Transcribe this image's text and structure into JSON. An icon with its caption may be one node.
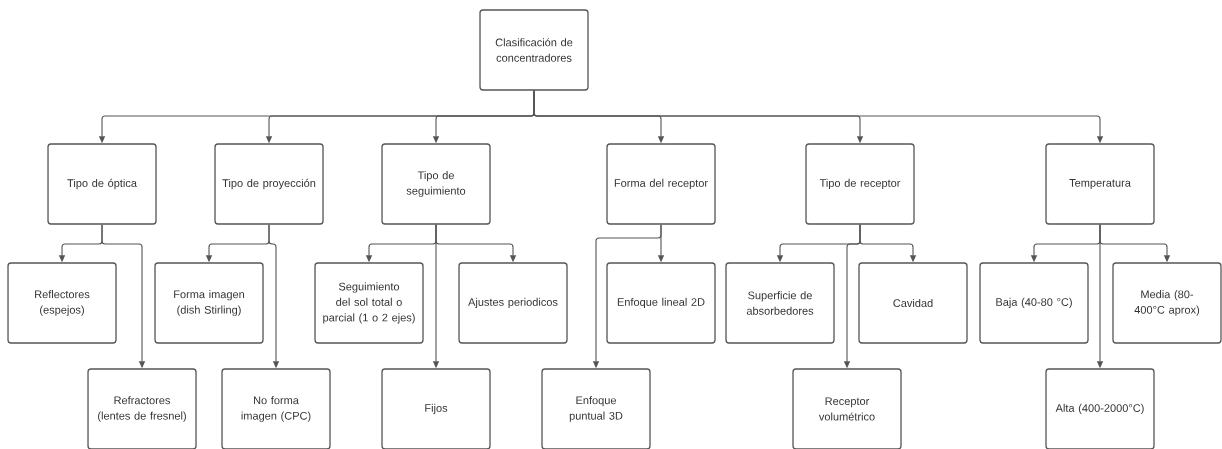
{
  "diagram": {
    "nodes": [
      {
        "text": [
          "Clasificación de concentradores"
        ]
      },
      {
        "text": [
          "Tipo de óptica"
        ]
      },
      {
        "text": [
          "Tipo de proyección"
        ]
      },
      {
        "text": [
          "Tipo de seguimiento"
        ]
      },
      {
        "text": [
          "Forma del receptor"
        ]
      },
      {
        "text": [
          "Tipo de receptor"
        ]
      },
      {
        "text": [
          "Temperatura"
        ]
      },
      {
        "text": [
          "Reflectores (espejos)"
        ]
      },
      {
        "text": [
          "Forma imagen (dish Stirling)"
        ]
      },
      {
        "text": [
          "Seguimiento del sol total o parcial (1 o 2 ejes)"
        ]
      },
      {
        "text": [
          "Ajustes periodicos"
        ]
      },
      {
        "text": [
          "Enfoque lineal 2D"
        ]
      },
      {
        "text": [
          "Superficie de absorbedores"
        ]
      },
      {
        "text": [
          "Cavidad"
        ]
      },
      {
        "text": [
          "Baja (40-80 °C)"
        ]
      },
      {
        "text": [
          "Media (80-400°C aprox)"
        ]
      },
      {
        "text": [
          "Refractores (lentes de fresnel)"
        ]
      },
      {
        "text": [
          "No forma imagen (CPC)"
        ]
      },
      {
        "text": [
          "Fijos"
        ]
      },
      {
        "text": [
          "Enfoque puntual 3D"
        ]
      },
      {
        "text": [
          "Receptor volumétrico"
        ]
      },
      {
        "text": [
          "Alta (400-2000°C)"
        ]
      }
    ],
    "edges": [
      {
        "from": 0,
        "to": 1,
        "arrow": "to"
      },
      {
        "from": 0,
        "to": 2,
        "arrow": "to"
      },
      {
        "from": 0,
        "to": 3,
        "arrow": "to"
      },
      {
        "from": 0,
        "to": 4,
        "arrow": "to"
      },
      {
        "from": 0,
        "to": 5,
        "arrow": "to"
      },
      {
        "from": 0,
        "to": 6,
        "arrow": "to"
      },
      {
        "from": 1,
        "to": 7,
        "arrow": "to"
      },
      {
        "from": 1,
        "to": 16,
        "arrow": "to"
      },
      {
        "from": 2,
        "to": 8,
        "arrow": "to"
      },
      {
        "from": 2,
        "to": 17,
        "arrow": "to"
      },
      {
        "from": 3,
        "to": 9,
        "arrow": "to"
      },
      {
        "from": 3,
        "to": 18,
        "arrow": "to"
      },
      {
        "from": 3,
        "to": 10,
        "arrow": "to"
      },
      {
        "from": 4,
        "to": 19,
        "arrow": "to"
      },
      {
        "from": 4,
        "to": 11,
        "arrow": "to"
      },
      {
        "from": 5,
        "to": 12,
        "arrow": "to"
      },
      {
        "from": 5,
        "to": 20,
        "arrow": "to"
      },
      {
        "from": 5,
        "to": 13,
        "arrow": "to"
      },
      {
        "from": 6,
        "to": 14,
        "arrow": "to"
      },
      {
        "from": 6,
        "to": 21,
        "arrow": "to"
      },
      {
        "from": 6,
        "to": 15,
        "arrow": "to"
      }
    ]
  }
}
